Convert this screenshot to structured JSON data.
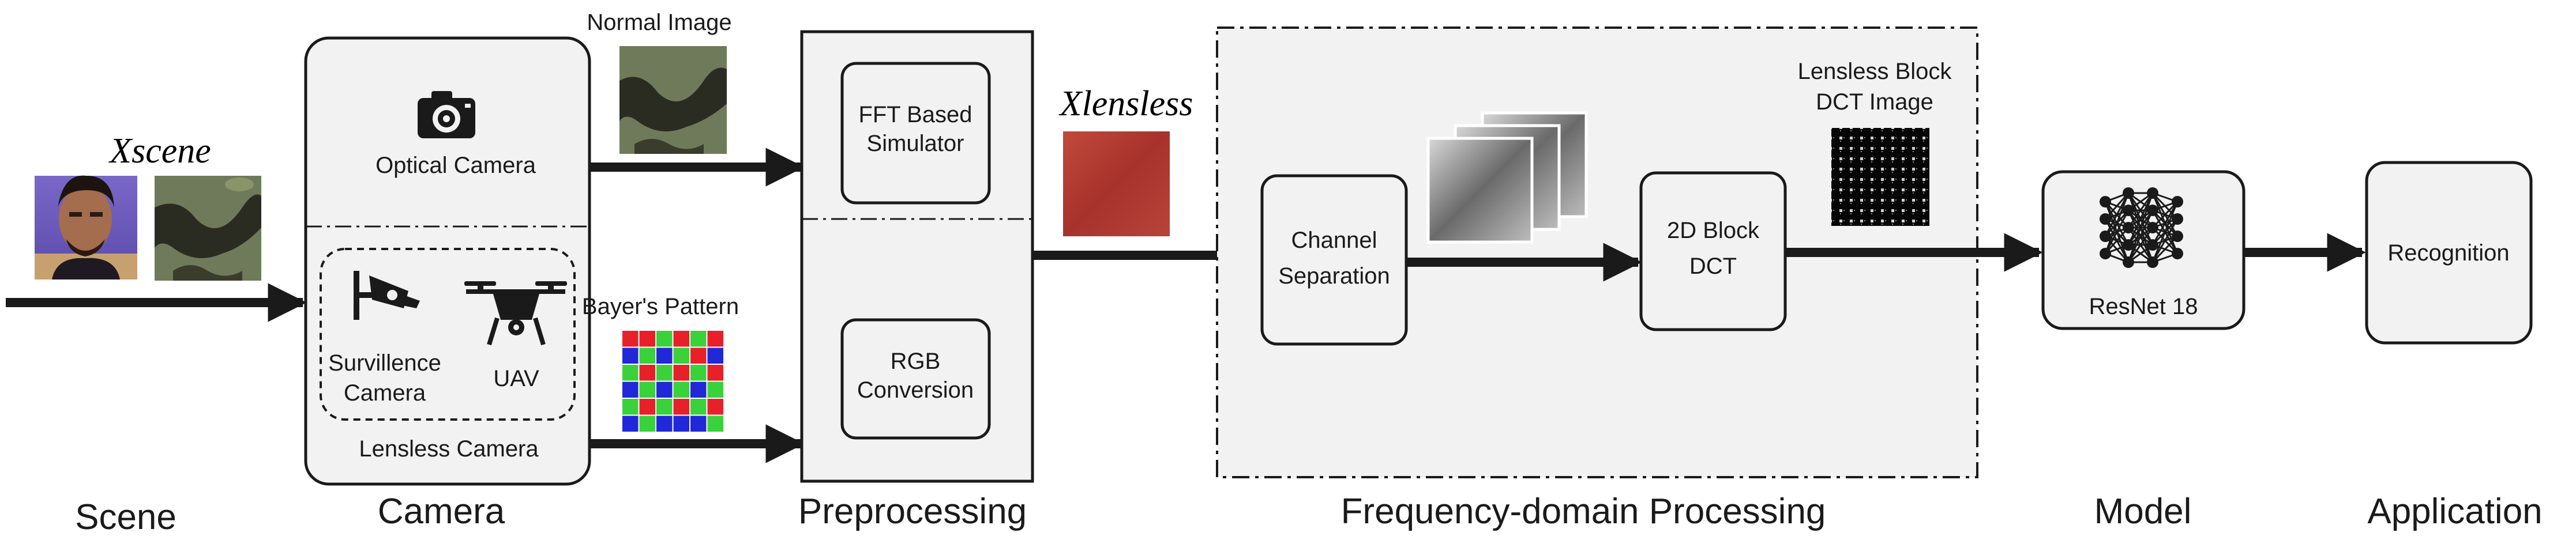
{
  "stages": {
    "scene": "Scene",
    "camera": "Camera",
    "preprocessing": "Preprocessing",
    "frequency": "Frequency-domain Processing",
    "model": "Model",
    "application": "Application"
  },
  "scene": {
    "label": "Xscene"
  },
  "camera": {
    "optical": "Optical Camera",
    "lensless": "Lensless Camera",
    "surveillance_line1": "Survillence",
    "surveillance_line2": "Camera",
    "uav": "UAV"
  },
  "annotations": {
    "normal_image": "Normal Image",
    "bayer_pattern": "Bayer's Pattern",
    "xlensless": "Xlensless",
    "dct_image_line1": "Lensless Block",
    "dct_image_line2": "DCT Image"
  },
  "preprocessing": {
    "fft_line1": "FFT Based",
    "fft_line2": "Simulator",
    "rgb_line1": "RGB",
    "rgb_line2": "Conversion"
  },
  "frequency": {
    "channel_line1": "Channel",
    "channel_line2": "Separation",
    "dct_line1": "2D Block",
    "dct_line2": "DCT"
  },
  "model": {
    "label": "ResNet 18"
  },
  "application": {
    "label": "Recognition"
  },
  "colors": {
    "box_fill": "#f2f2f2",
    "stroke": "#1a1a1a",
    "bayer_red": "#e8202a",
    "bayer_green": "#3ad13a",
    "bayer_blue": "#2028d8",
    "lensless_red": "#b23a32"
  },
  "icons": [
    "camera-icon",
    "cctv-icon",
    "drone-icon",
    "neural-network-icon"
  ]
}
